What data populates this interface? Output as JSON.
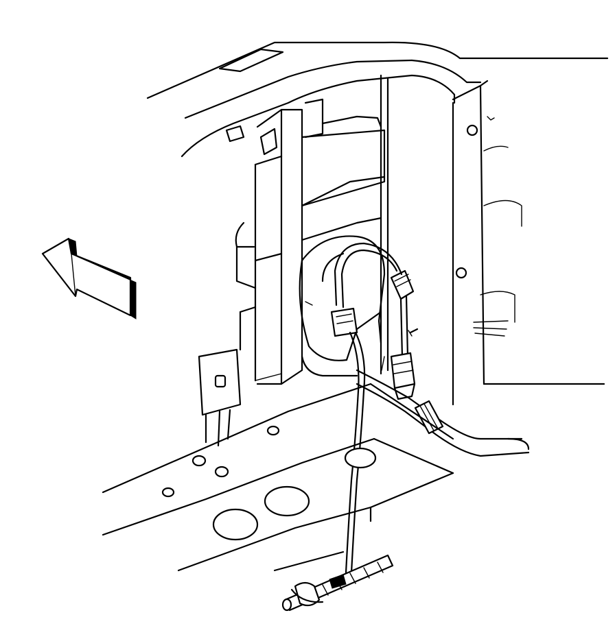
{
  "diagram": {
    "background_color": "#ffffff",
    "line_color": "#000000",
    "parts": [
      {
        "name": "crossmember",
        "icon": "frame-crossmember-icon"
      },
      {
        "name": "bracket",
        "icon": "mounting-bracket-icon"
      },
      {
        "name": "wiring-harness",
        "icon": "wire-harness-icon"
      },
      {
        "name": "electrical-connector",
        "icon": "connector-icon"
      },
      {
        "name": "sensor",
        "icon": "sensor-icon"
      },
      {
        "name": "coolant-hose",
        "icon": "hose-icon"
      },
      {
        "name": "direction-arrow",
        "icon": "arrow-forward-icon"
      }
    ]
  }
}
